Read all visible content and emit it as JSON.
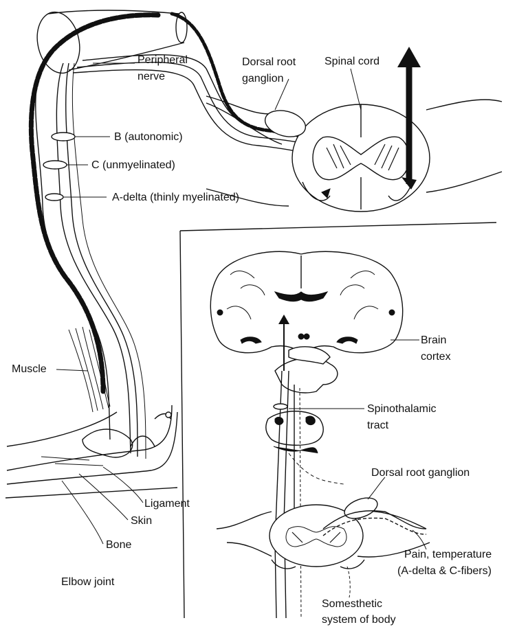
{
  "labels": {
    "peripheral_nerve": [
      "Peripheral",
      "nerve"
    ],
    "dorsal_root_ganglion_top": [
      "Dorsal root",
      "ganglion"
    ],
    "spinal_cord": "Spinal cord",
    "b_fiber": "B (autonomic)",
    "c_fiber": "C (unmyelinated)",
    "a_delta_fiber": "A-delta (thinly myelinated)",
    "muscle": "Muscle",
    "ligament": "Ligament",
    "skin": "Skin",
    "bone": "Bone",
    "elbow_joint": "Elbow joint",
    "brain_cortex": [
      "Brain",
      "cortex"
    ],
    "spinothalamic_tract": [
      "Spinothalamic",
      "tract"
    ],
    "dorsal_root_ganglion_bottom": "Dorsal root ganglion",
    "pain_temperature": [
      "Pain, temperature",
      "(A-delta & C-fibers)"
    ],
    "somesthetic": [
      "Somesthetic",
      "system of body"
    ]
  },
  "colors": {
    "ink": "#111111",
    "paper": "#ffffff"
  }
}
